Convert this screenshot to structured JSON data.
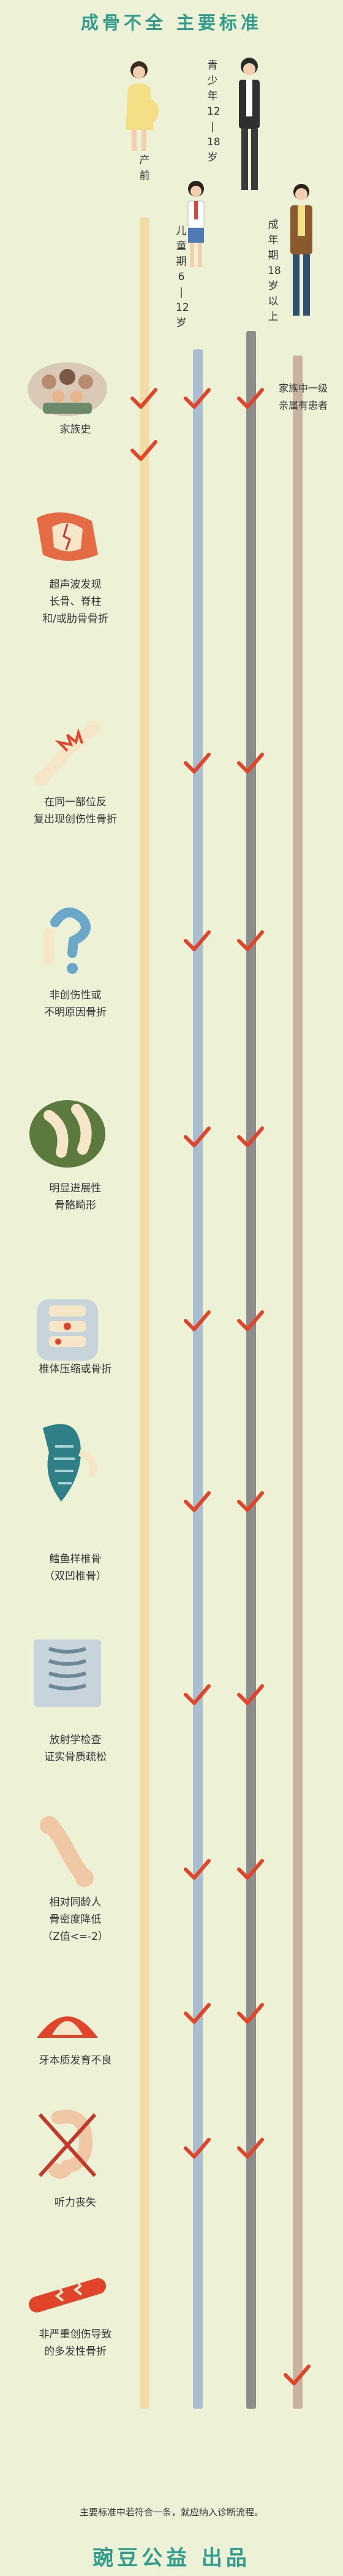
{
  "title": "成骨不全 主要标准",
  "columns": [
    {
      "label_lines": [
        "产",
        "前"
      ],
      "color": "#f0dca4"
    },
    {
      "label_lines": [
        "儿",
        "童",
        "期",
        "6",
        "|",
        "12",
        "岁"
      ],
      "color": "#a9bed0"
    },
    {
      "label_lines": [
        "青",
        "少",
        "年",
        "12",
        "|",
        "18",
        "岁"
      ],
      "color": "#8d8d8d"
    },
    {
      "label_lines": [
        "成",
        "年",
        "期",
        "18",
        "岁",
        "以",
        "上"
      ],
      "color": "#c8b3a2"
    }
  ],
  "colors": {
    "check": "#e0442a",
    "accent": "#2f9c8c",
    "background": "#edf1d6"
  },
  "criteria": [
    {
      "lines": [
        "家族史"
      ],
      "checks": [
        true,
        true,
        true,
        false
      ],
      "icon": "family-icon"
    },
    {
      "lines": [
        "超声波发现",
        "长骨、脊柱",
        "和/或肋骨骨折"
      ],
      "checks": [
        true,
        false,
        false,
        false
      ],
      "icon": "ultrasound-bone-icon"
    },
    {
      "lines": [
        "在同一部位反",
        "复出现创伤性骨折"
      ],
      "checks": [
        false,
        true,
        true,
        false
      ],
      "icon": "broken-bone-icon"
    },
    {
      "lines": [
        "非创伤性或",
        "不明原因骨折"
      ],
      "checks": [
        false,
        true,
        true,
        false
      ],
      "icon": "question-bone-icon"
    },
    {
      "lines": [
        "明显进展性",
        "骨骼畸形"
      ],
      "checks": [
        false,
        true,
        true,
        false
      ],
      "icon": "deformed-limb-icon"
    },
    {
      "lines": [
        "椎体压缩或骨折"
      ],
      "checks": [
        false,
        true,
        true,
        false
      ],
      "icon": "vertebra-icon"
    },
    {
      "lines": [
        "鳕鱼样椎骨",
        "（双凹椎骨）"
      ],
      "checks": [
        false,
        true,
        true,
        false
      ],
      "icon": "fish-vertebra-icon"
    },
    {
      "lines": [
        "放射学检查",
        "证实骨质疏松"
      ],
      "checks": [
        false,
        true,
        true,
        false
      ],
      "icon": "xray-icon"
    },
    {
      "lines": [
        "相对同龄人",
        "骨密度降低",
        "（Z值<=-2）"
      ],
      "checks": [
        false,
        true,
        true,
        false
      ],
      "icon": "bone-density-icon"
    },
    {
      "lines": [
        "牙本质发育不良"
      ],
      "checks": [
        false,
        true,
        true,
        false
      ],
      "icon": "tooth-icon"
    },
    {
      "lines": [
        "听力丧失"
      ],
      "checks": [
        false,
        true,
        true,
        false
      ],
      "icon": "hearing-loss-icon"
    },
    {
      "lines": [
        "非严重创伤导致",
        "的多发性骨折"
      ],
      "checks": [
        false,
        false,
        false,
        true
      ],
      "icon": "multiple-fracture-icon"
    }
  ],
  "adult_family_note": [
    "家族中一级",
    "亲属有患者"
  ],
  "footer_note": "主要标准中若符合一条，就应纳入诊断流程。",
  "brand": "豌豆公益 出品"
}
